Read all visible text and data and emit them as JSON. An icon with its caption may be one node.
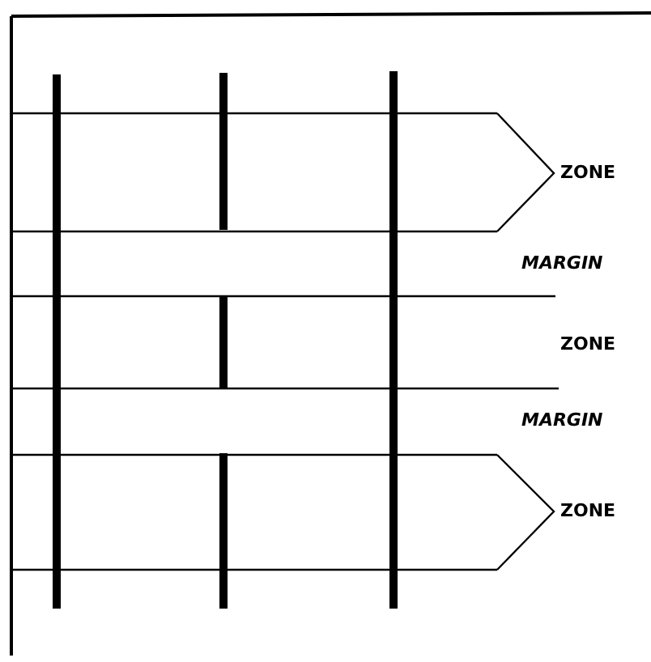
{
  "diagram": {
    "labels": [
      "ZONE",
      "MARGIN",
      "ZONE",
      "MARGIN",
      "ZONE"
    ]
  }
}
